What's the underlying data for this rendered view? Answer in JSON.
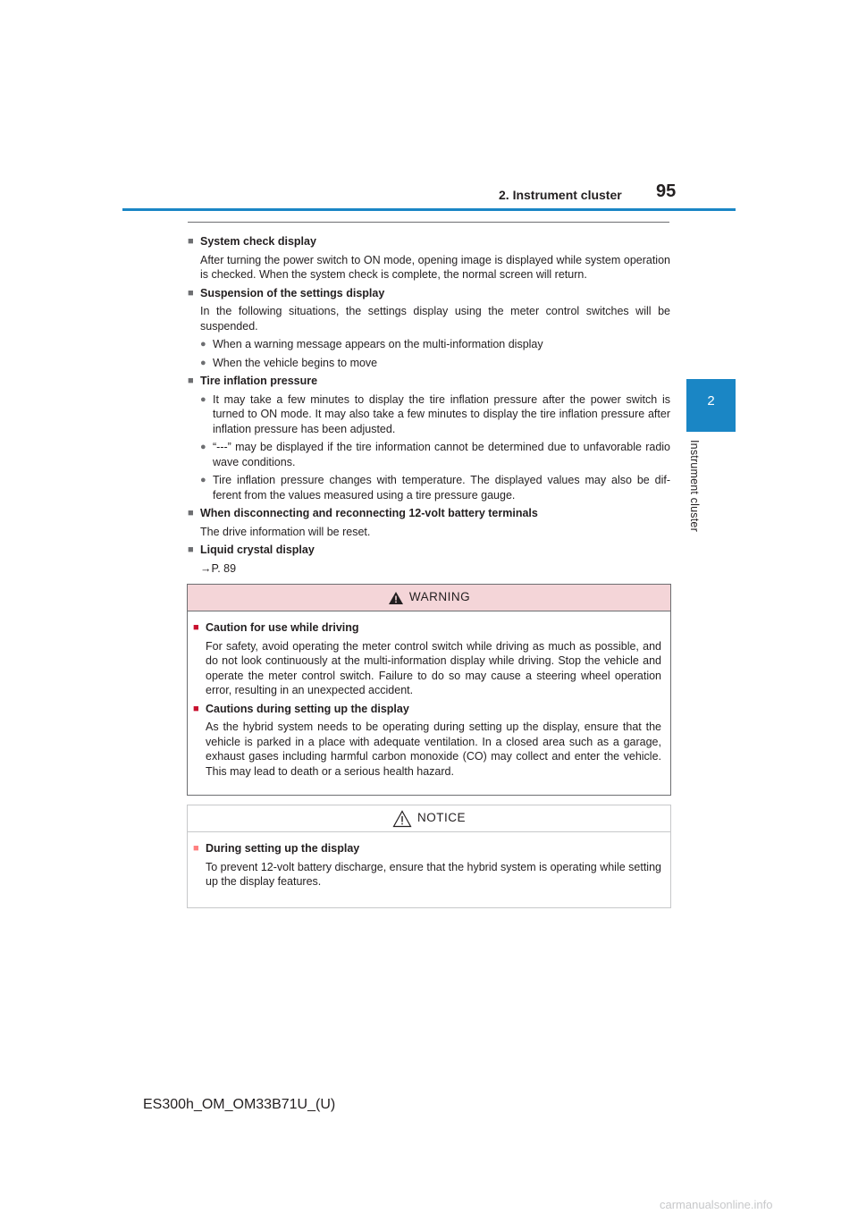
{
  "header": {
    "section_title": "2. Instrument cluster",
    "page_number": "95"
  },
  "side_tab": {
    "number": "2",
    "label": "Instrument cluster"
  },
  "symbols": {
    "square": "■",
    "bullet": "●"
  },
  "sections": [
    {
      "title": "System check display",
      "body": "After turning the power switch to ON mode, opening image is displayed while system operation is checked. When the system check is complete, the normal screen will return."
    },
    {
      "title": "Suspension of the settings display",
      "body": "In the following situations, the settings display using the meter control switches will be suspended.",
      "bullets": [
        "When a warning message appears on the multi-information display",
        "When the vehicle begins to move"
      ]
    },
    {
      "title": "Tire inflation pressure",
      "bullets": [
        "It may take a few minutes to display the tire inflation pressure after the power switch is turned to ON mode. It may also take a few minutes to display the tire inflation pressure after inflation pressure has been adjusted.",
        "“---” may be displayed if the tire information cannot be determined due to unfavorable radio wave conditions.",
        "Tire inflation pressure changes with temperature. The displayed values may also be dif-ferent from the values measured using a tire pressure gauge."
      ]
    },
    {
      "title": "When disconnecting and reconnecting 12-volt battery terminals",
      "body": "The drive information will be reset."
    },
    {
      "title": "Liquid crystal display",
      "body": "→P. 89"
    }
  ],
  "warning": {
    "heading": "WARNING",
    "items": [
      {
        "title": "Caution for use while driving",
        "body": "For safety, avoid operating the meter control switch while driving as much as possible, and do not look continuously at the multi-information display while driving. Stop the vehicle and operate the meter control switch. Failure to do so may cause a steering wheel operation error, resulting in an unexpected accident."
      },
      {
        "title": "Cautions during setting up the display",
        "body": "As the hybrid system needs to be operating during setting up the display, ensure that the vehicle is parked in a place with adequate ventilation. In a closed area such as a garage, exhaust gases including harmful carbon monoxide (CO) may collect and enter the vehicle. This may lead to death or a serious health hazard."
      }
    ]
  },
  "notice": {
    "heading": "NOTICE",
    "items": [
      {
        "title": "During setting up the display",
        "body": "To prevent 12-volt battery discharge, ensure that the hybrid system is operating while setting up the display features."
      }
    ]
  },
  "footer": {
    "doc_code": "ES300h_OM_OM33B71U_(U)"
  },
  "watermark": "carmanualsonline.info",
  "colors": {
    "accent": "#1a86c5",
    "warning_bg": "#f4d5d8",
    "warning_mark": "#c8102e",
    "notice_mark": "#ff7f7f"
  }
}
